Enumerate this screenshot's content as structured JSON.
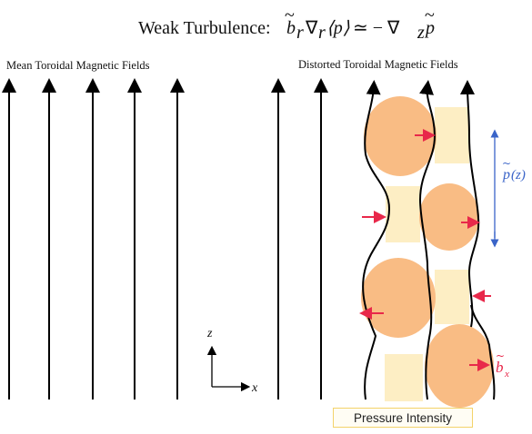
{
  "title": {
    "prefix": "Weak Turbulence: ",
    "b": "b",
    "r": "r",
    "nabla1": "∇",
    "p_expr": "⟨p⟩",
    "approx": " ≃ − ∇",
    "z": "z",
    "p": "p"
  },
  "left_panel": {
    "label": "Mean Toroidal  Magnetic Fields"
  },
  "right_panel": {
    "label": "Distorted Toroidal  Magnetic Fields"
  },
  "axes": {
    "z_label": "z",
    "x_label": "x"
  },
  "pressure_label": {
    "p": "p",
    "arg": "(z)"
  },
  "b_label": {
    "b": "b",
    "sub": "x"
  },
  "legend": {
    "text": "Pressure Intensity"
  },
  "colors": {
    "field_line": "#000000",
    "high_pressure": "#f9bc84",
    "low_pressure": "#fdeec4",
    "force_arrow": "#e8284a",
    "pressure_arrow": "#3a64c8",
    "legend_border": "#f3d36a"
  }
}
